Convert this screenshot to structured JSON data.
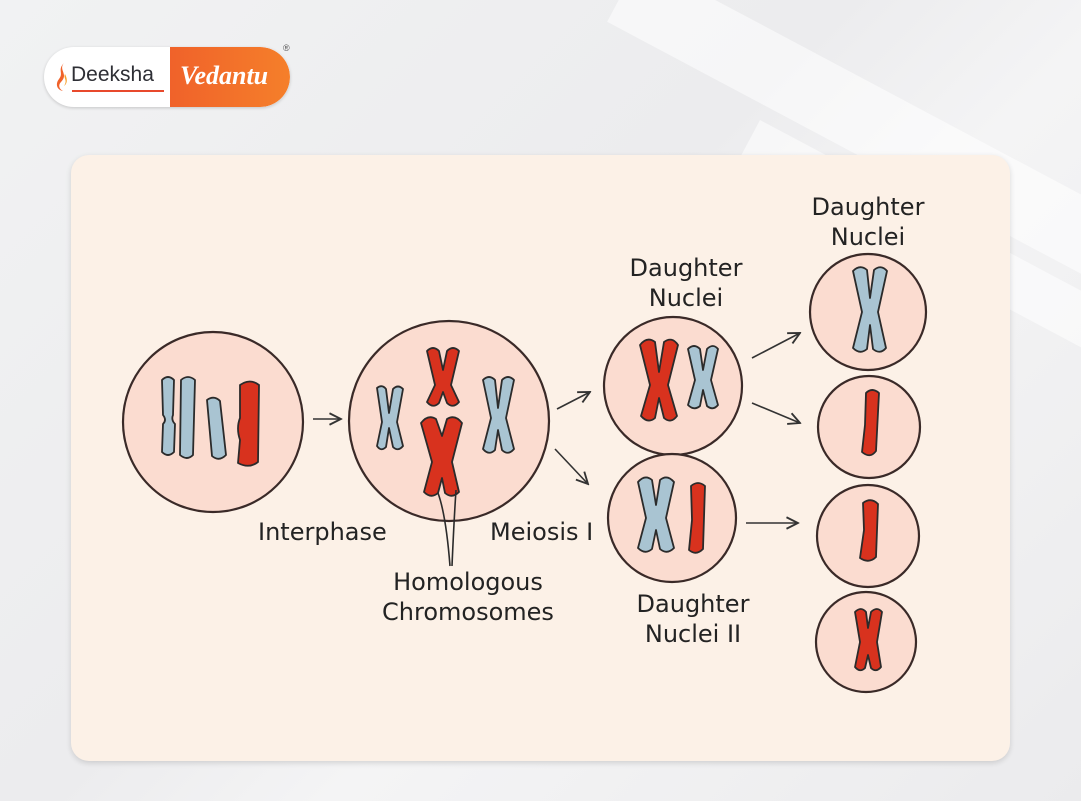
{
  "brand": {
    "name_primary": "Deeksha",
    "name_secondary": "Vedantu",
    "registered_mark": "®"
  },
  "labels": {
    "interphase": "Interphase",
    "meiosis_i": "Meiosis I",
    "homologous_line1": "Homologous",
    "homologous_line2": "Chromosomes",
    "daughter_nuclei_top_line1": "Daughter",
    "daughter_nuclei_top_line2": "Nuclei",
    "daughter_nuclei_mid_line1": "Daughter",
    "daughter_nuclei_mid_line2": "Nuclei",
    "daughter_nuclei_ii_line1": "Daughter",
    "daughter_nuclei_ii_line2": "Nuclei II"
  },
  "colors": {
    "nucleus_fill": "#fbdcd0",
    "nucleus_stroke": "#3a2a28",
    "chromosome_blue": "#a9c4d2",
    "chromosome_red": "#d8321e",
    "card_background": "#fcf1e7",
    "brand_orange": "#f0622a"
  }
}
